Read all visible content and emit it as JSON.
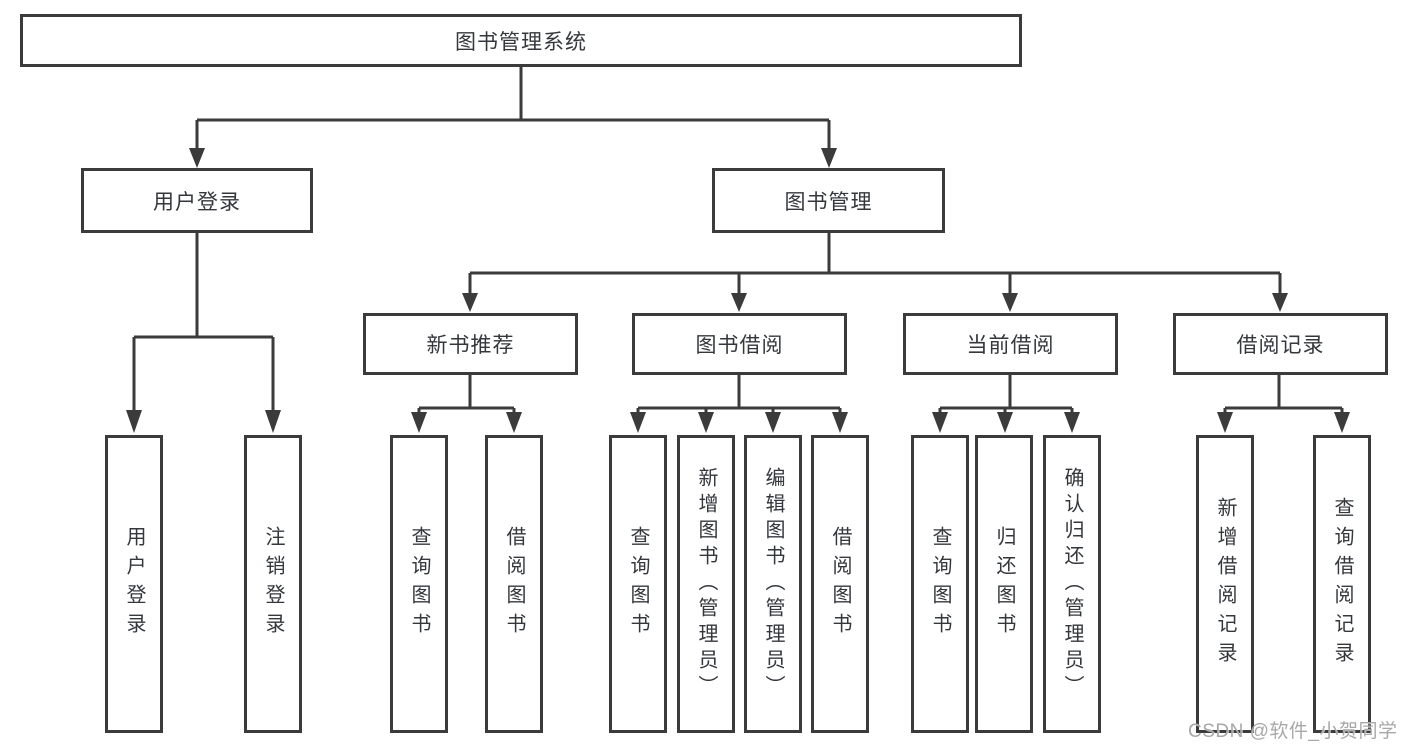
{
  "nodes": {
    "root": "图书管理系统",
    "level2": {
      "user_login": "用户登录",
      "book_management": "图书管理"
    },
    "level3": {
      "new_book_recommend": "新书推荐",
      "book_borrowing": "图书借阅",
      "current_borrowing": "当前借阅",
      "borrowing_records": "借阅记录"
    },
    "leaves": {
      "user_login": "用户登录",
      "logout": "注销登录",
      "recommend_query_books": "查询图书",
      "recommend_borrow_books": "借阅图书",
      "borrowing_query_books": "查询图书",
      "borrowing_add_books": "新增图书（管理员）",
      "borrowing_edit_books": "编辑图书（管理员）",
      "borrowing_borrow_books": "借阅图书",
      "current_query_books": "查询图书",
      "current_return_books": "归还图书",
      "current_confirm_return": "确认归还（管理员）",
      "records_add_record": "新增借阅记录",
      "records_query_record": "查询借阅记录"
    }
  },
  "watermark": "CSDN @软件_小贺同学",
  "colors": {
    "line": "#3b3b3b",
    "text": "#34373c",
    "box_background": "#ffffff",
    "watermark": "#a8a8aa",
    "background": "#ffffff"
  }
}
